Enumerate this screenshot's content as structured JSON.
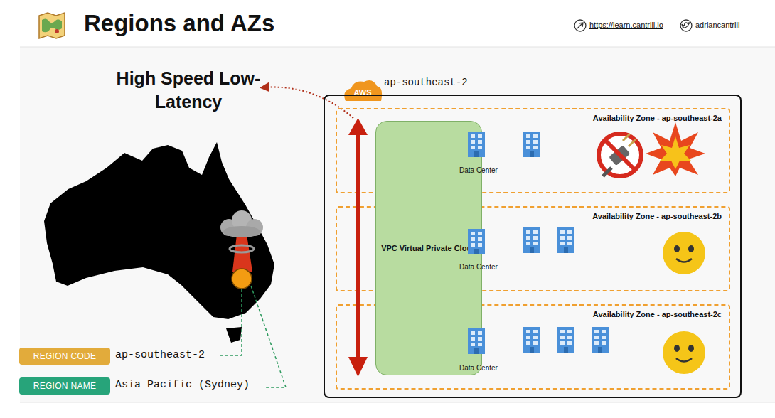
{
  "diagram": {
    "title": "Regions and AZs",
    "nodes": [
      {
        "text": [
          "ap-southeast-2"
        ]
      },
      {
        "text": [
          "Availability Zone - ap-southeast-2a"
        ],
        "in": 0
      },
      {
        "text": [
          "Availability Zone - ap-southeast-2b"
        ],
        "in": 0
      },
      {
        "text": [
          "Availability Zone - ap-southeast-2c"
        ],
        "in": 0
      },
      {
        "text": [
          "VPC Virtual Private Cloud"
        ],
        "in": 0
      },
      {
        "text": [
          "REGION CODE"
        ]
      },
      {
        "text": [
          "REGION NAME"
        ]
      }
    ],
    "labels": [
      "https://learn.cantrill.io",
      "adriancantrill",
      "High Speed Low-Latency",
      "AWS",
      "ap-southeast-2",
      "Asia Pacific (Sydney)",
      "Data Center",
      "Data Center",
      "Data Center"
    ]
  }
}
